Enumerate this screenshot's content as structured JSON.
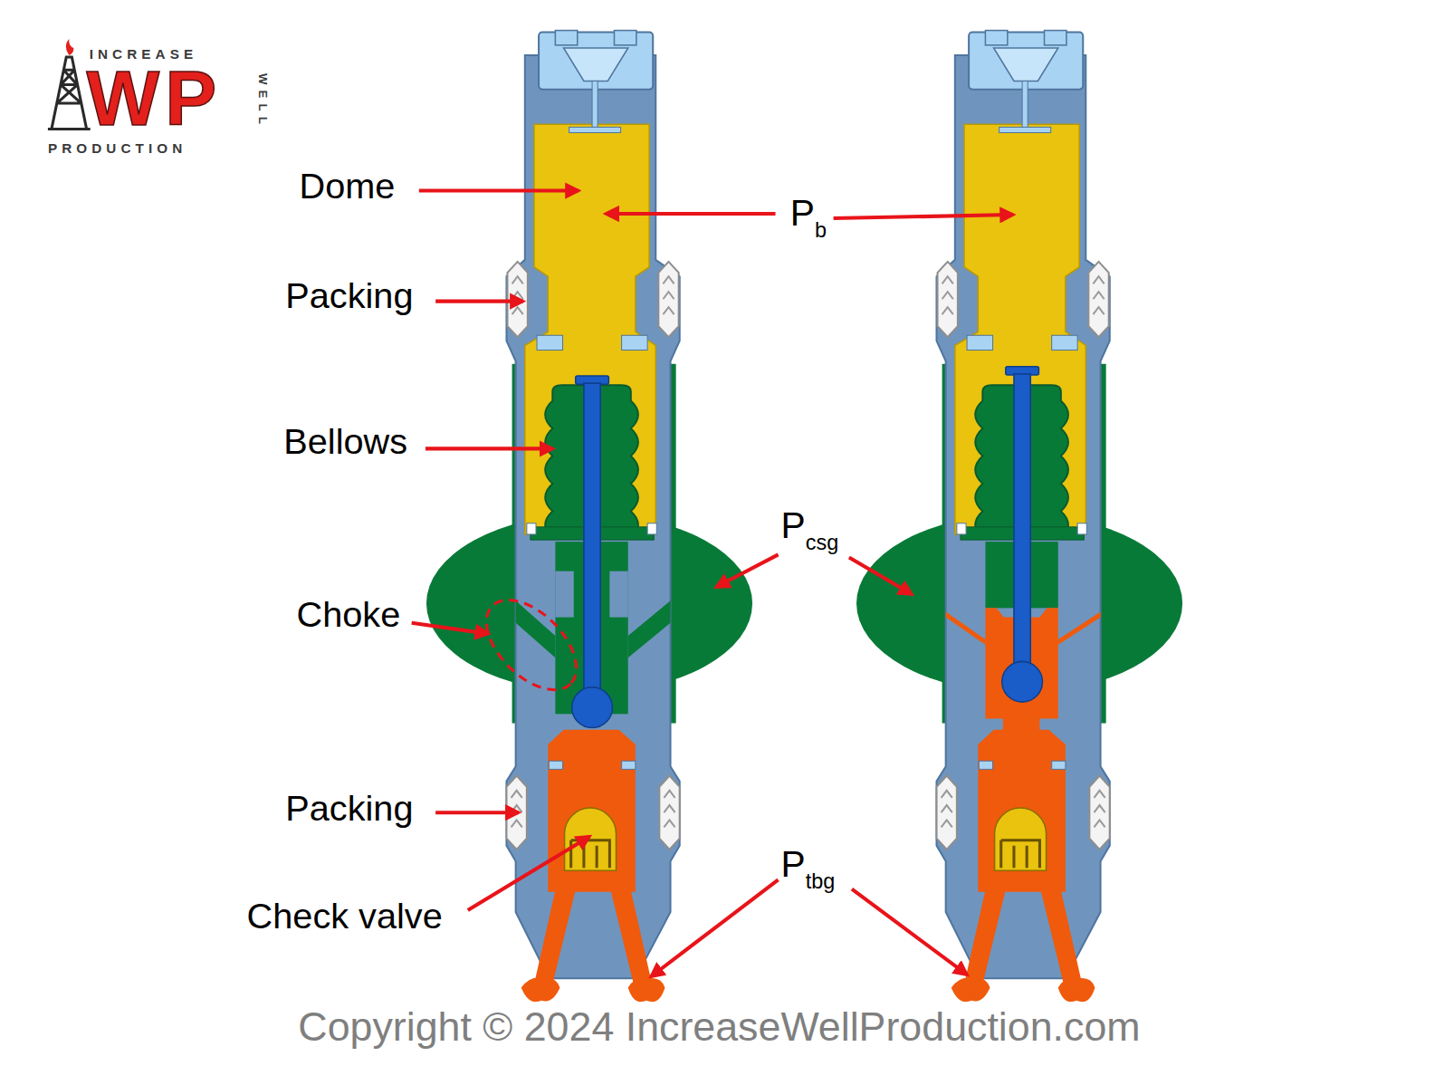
{
  "diagram": {
    "labels": [
      "INCREASE",
      "WELL",
      "WP",
      "PRODUCTION",
      "Dome",
      "Pb",
      "Packing",
      "Bellows",
      "Pcsg",
      "Choke",
      "Packing",
      "Check valve",
      "Ptbg",
      "Copyright © 2024 IncreaseWellProduction.com"
    ]
  }
}
